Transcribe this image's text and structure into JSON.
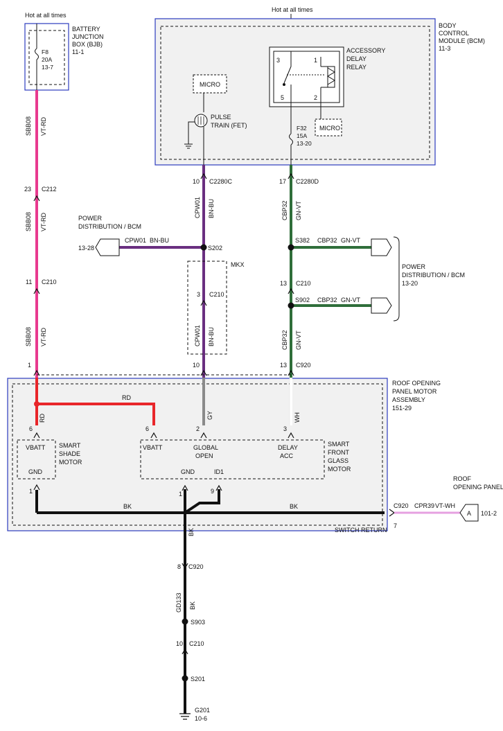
{
  "header": {
    "hot_left": "Hot at all times",
    "hot_right": "Hot at all times"
  },
  "bjb": {
    "name_lines": [
      "BATTERY",
      "JUNCTION",
      "BOX (BJB)",
      "11-1"
    ],
    "fuse_lines": [
      "F8",
      "20A",
      "13-7"
    ]
  },
  "bcm": {
    "name_lines": [
      "BODY",
      "CONTROL",
      "MODULE (BCM)",
      "11-3"
    ],
    "relay_lines": [
      "ACCESSORY",
      "DELAY",
      "RELAY"
    ],
    "relay_pins": [
      "3",
      "1",
      "5",
      "2"
    ],
    "micro_left": "MICRO",
    "micro_right": "MICRO",
    "pulse_lines": [
      "PULSE",
      "TRAIN (FET)"
    ],
    "fuse_lines": [
      "F32",
      "15A",
      "13-20"
    ]
  },
  "left_wire": {
    "circuit": "SBB08",
    "color": "VT-RD",
    "c212_pin": "23",
    "c212": "C212",
    "c210_pin": "11",
    "c210": "C210",
    "c920_pin": "1"
  },
  "mid_wire": {
    "c2280c_pin": "10",
    "c2280c": "C2280C",
    "circuit": "CPW01",
    "color": "BN-BU",
    "splice": "S202",
    "mkx": "MKX",
    "c210_pin": "3",
    "c210": "C210",
    "c920_pin": "10",
    "pd_lines": [
      "POWER",
      "DISTRIBUTION / BCM"
    ],
    "pd_ref": "13-28"
  },
  "right_wire": {
    "c2280d_pin": "17",
    "c2280d": "C2280D",
    "circuit": "CBP32",
    "color": "GN-VT",
    "splice1": "S382",
    "c210_pin": "13",
    "c210": "C210",
    "splice2": "S902",
    "c920_pin": "13",
    "c920": "C920",
    "pd_lines": [
      "POWER",
      "DISTRIBUTION / BCM",
      "13-20"
    ]
  },
  "assembly": {
    "name_lines": [
      "ROOF OPENING",
      "PANEL MOTOR",
      "ASSEMBLY",
      "151-29"
    ],
    "rd_top": "RD",
    "rd_vert": "RD",
    "gy": "GY",
    "wh": "WH",
    "pin_6a": "6",
    "pin_6b": "6",
    "pin_2": "2",
    "pin_3": "3",
    "shade_vbatt": "VBATT",
    "shade_gnd": "GND",
    "shade_name_lines": [
      "SMART",
      "SHADE",
      "MOTOR"
    ],
    "front_vbatt": "VBATT",
    "front_global": [
      "GLOBAL",
      "OPEN"
    ],
    "front_delay": [
      "DELAY",
      "ACC"
    ],
    "front_gnd": "GND",
    "front_id1": "ID1",
    "front_name_lines": [
      "SMART",
      "FRONT",
      "GLASS",
      "MOTOR"
    ],
    "pin_1a": "1",
    "pin_1b": "1",
    "pin_9": "9",
    "bk_left": "BK",
    "bk_right": "BK",
    "bk_vert": "BK",
    "switch_return": "SWITCH RETURN"
  },
  "roof_panel": {
    "c920": "C920",
    "pin": "7",
    "circuit": "CPR39",
    "color": "VT-WH",
    "connector": "A",
    "ref": "101-2",
    "name_lines": [
      "ROOF",
      "OPENING PANEL"
    ]
  },
  "ground": {
    "c920_pin": "8",
    "c920": "C920",
    "circuit": "GD133",
    "color": "BK",
    "splice1": "S903",
    "c210_pin": "10",
    "c210": "C210",
    "splice2": "S201",
    "g": "G201",
    "ref": "10-6"
  }
}
